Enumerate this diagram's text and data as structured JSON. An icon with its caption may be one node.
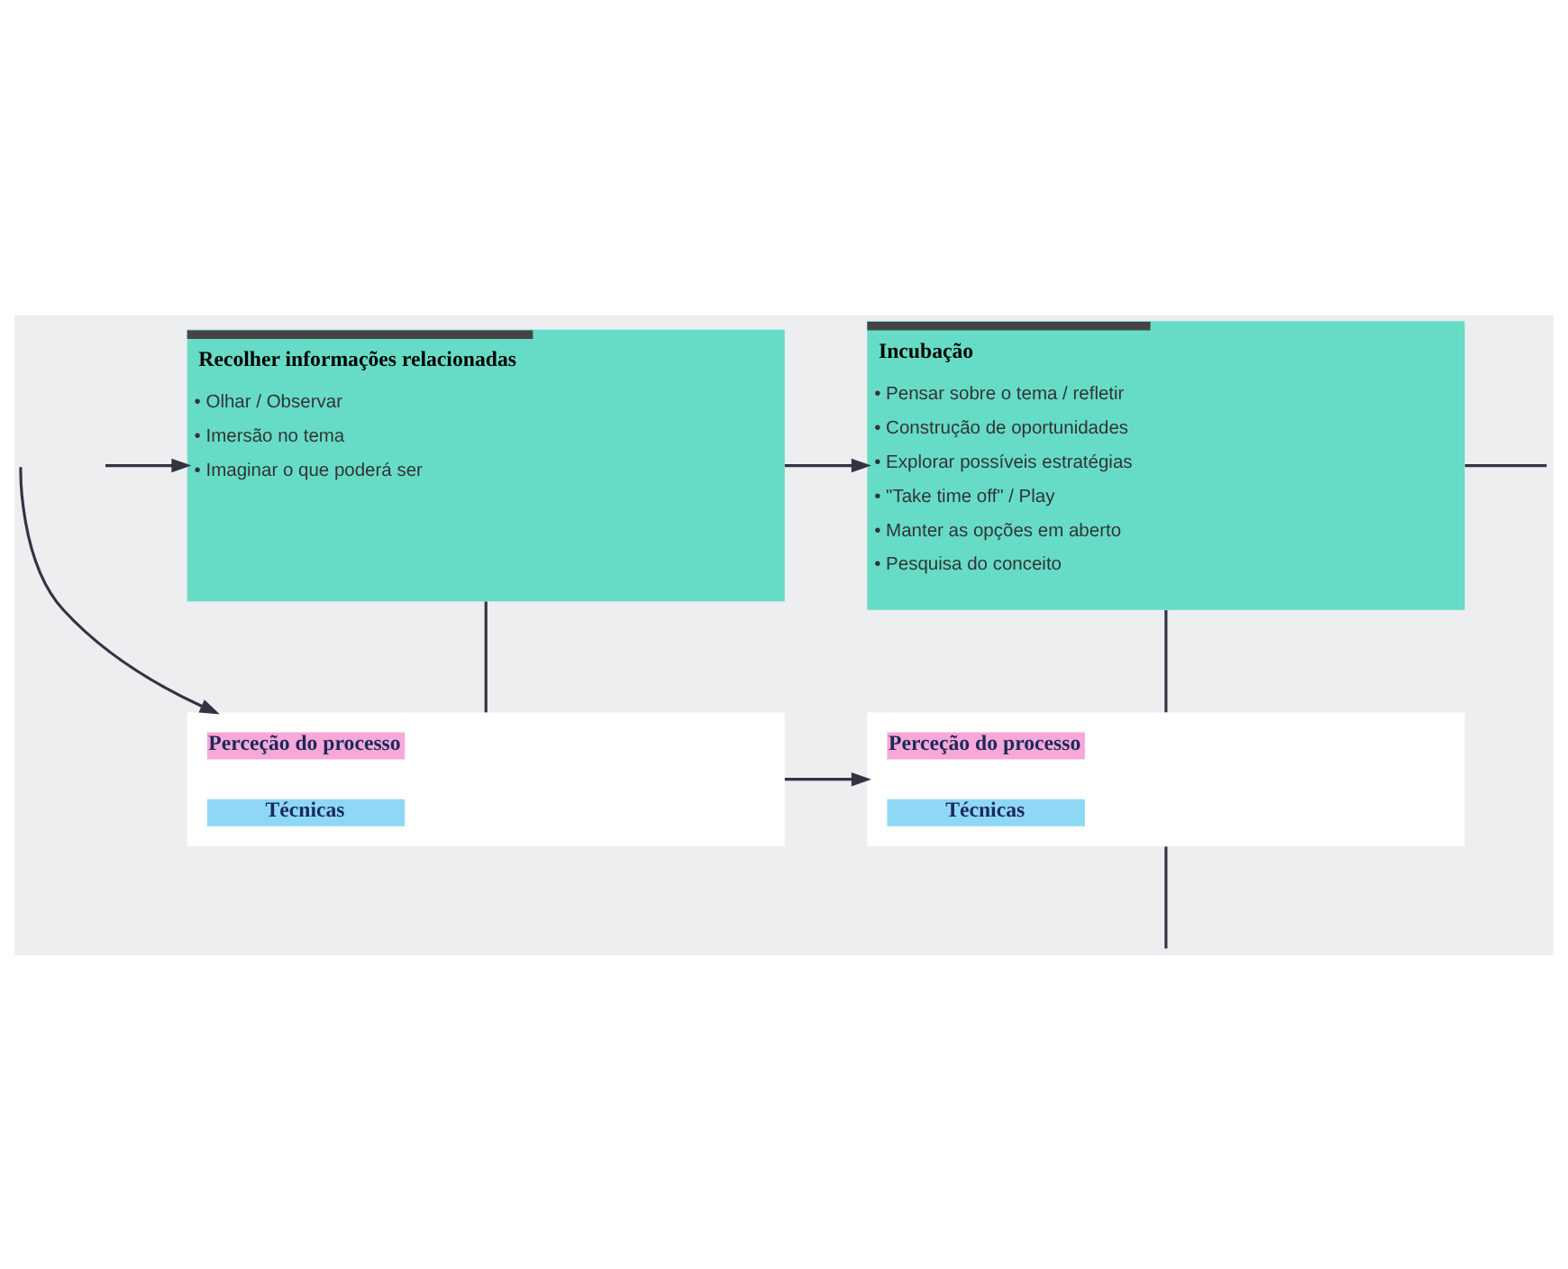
{
  "diagram": {
    "nodes": [
      {
        "text": [
          "Recolher informações relacionadas",
          "• Olhar / Observar",
          "• Imersão no tema",
          "• Imaginar o que poderá ser"
        ]
      },
      {
        "text": [
          "Incubação",
          "• Pensar sobre o tema / refletir",
          "• Construção de oportunidades",
          "• Explorar possíveis estratégias",
          "• \"Take time off\" / Play",
          "• Manter as opções em aberto",
          "• Pesquisa do conceito"
        ]
      },
      {
        "text": [
          "Perceção do processo",
          "Técnicas"
        ]
      },
      {
        "text": [
          "Perceção do processo",
          "Técnicas"
        ]
      }
    ],
    "edges": [
      {
        "from": null,
        "to": 0,
        "arrow": "to"
      },
      {
        "from": 0,
        "to": 1,
        "arrow": "to"
      },
      {
        "from": 1,
        "to": null,
        "arrow": "none"
      },
      {
        "from": 0,
        "to": 2,
        "arrow": "none"
      },
      {
        "from": 1,
        "to": 3,
        "arrow": "none"
      },
      {
        "from": 2,
        "to": 3,
        "arrow": "to"
      },
      {
        "from": null,
        "to": 2,
        "arrow": "to"
      },
      {
        "from": 3,
        "to": null,
        "arrow": "none"
      }
    ]
  }
}
